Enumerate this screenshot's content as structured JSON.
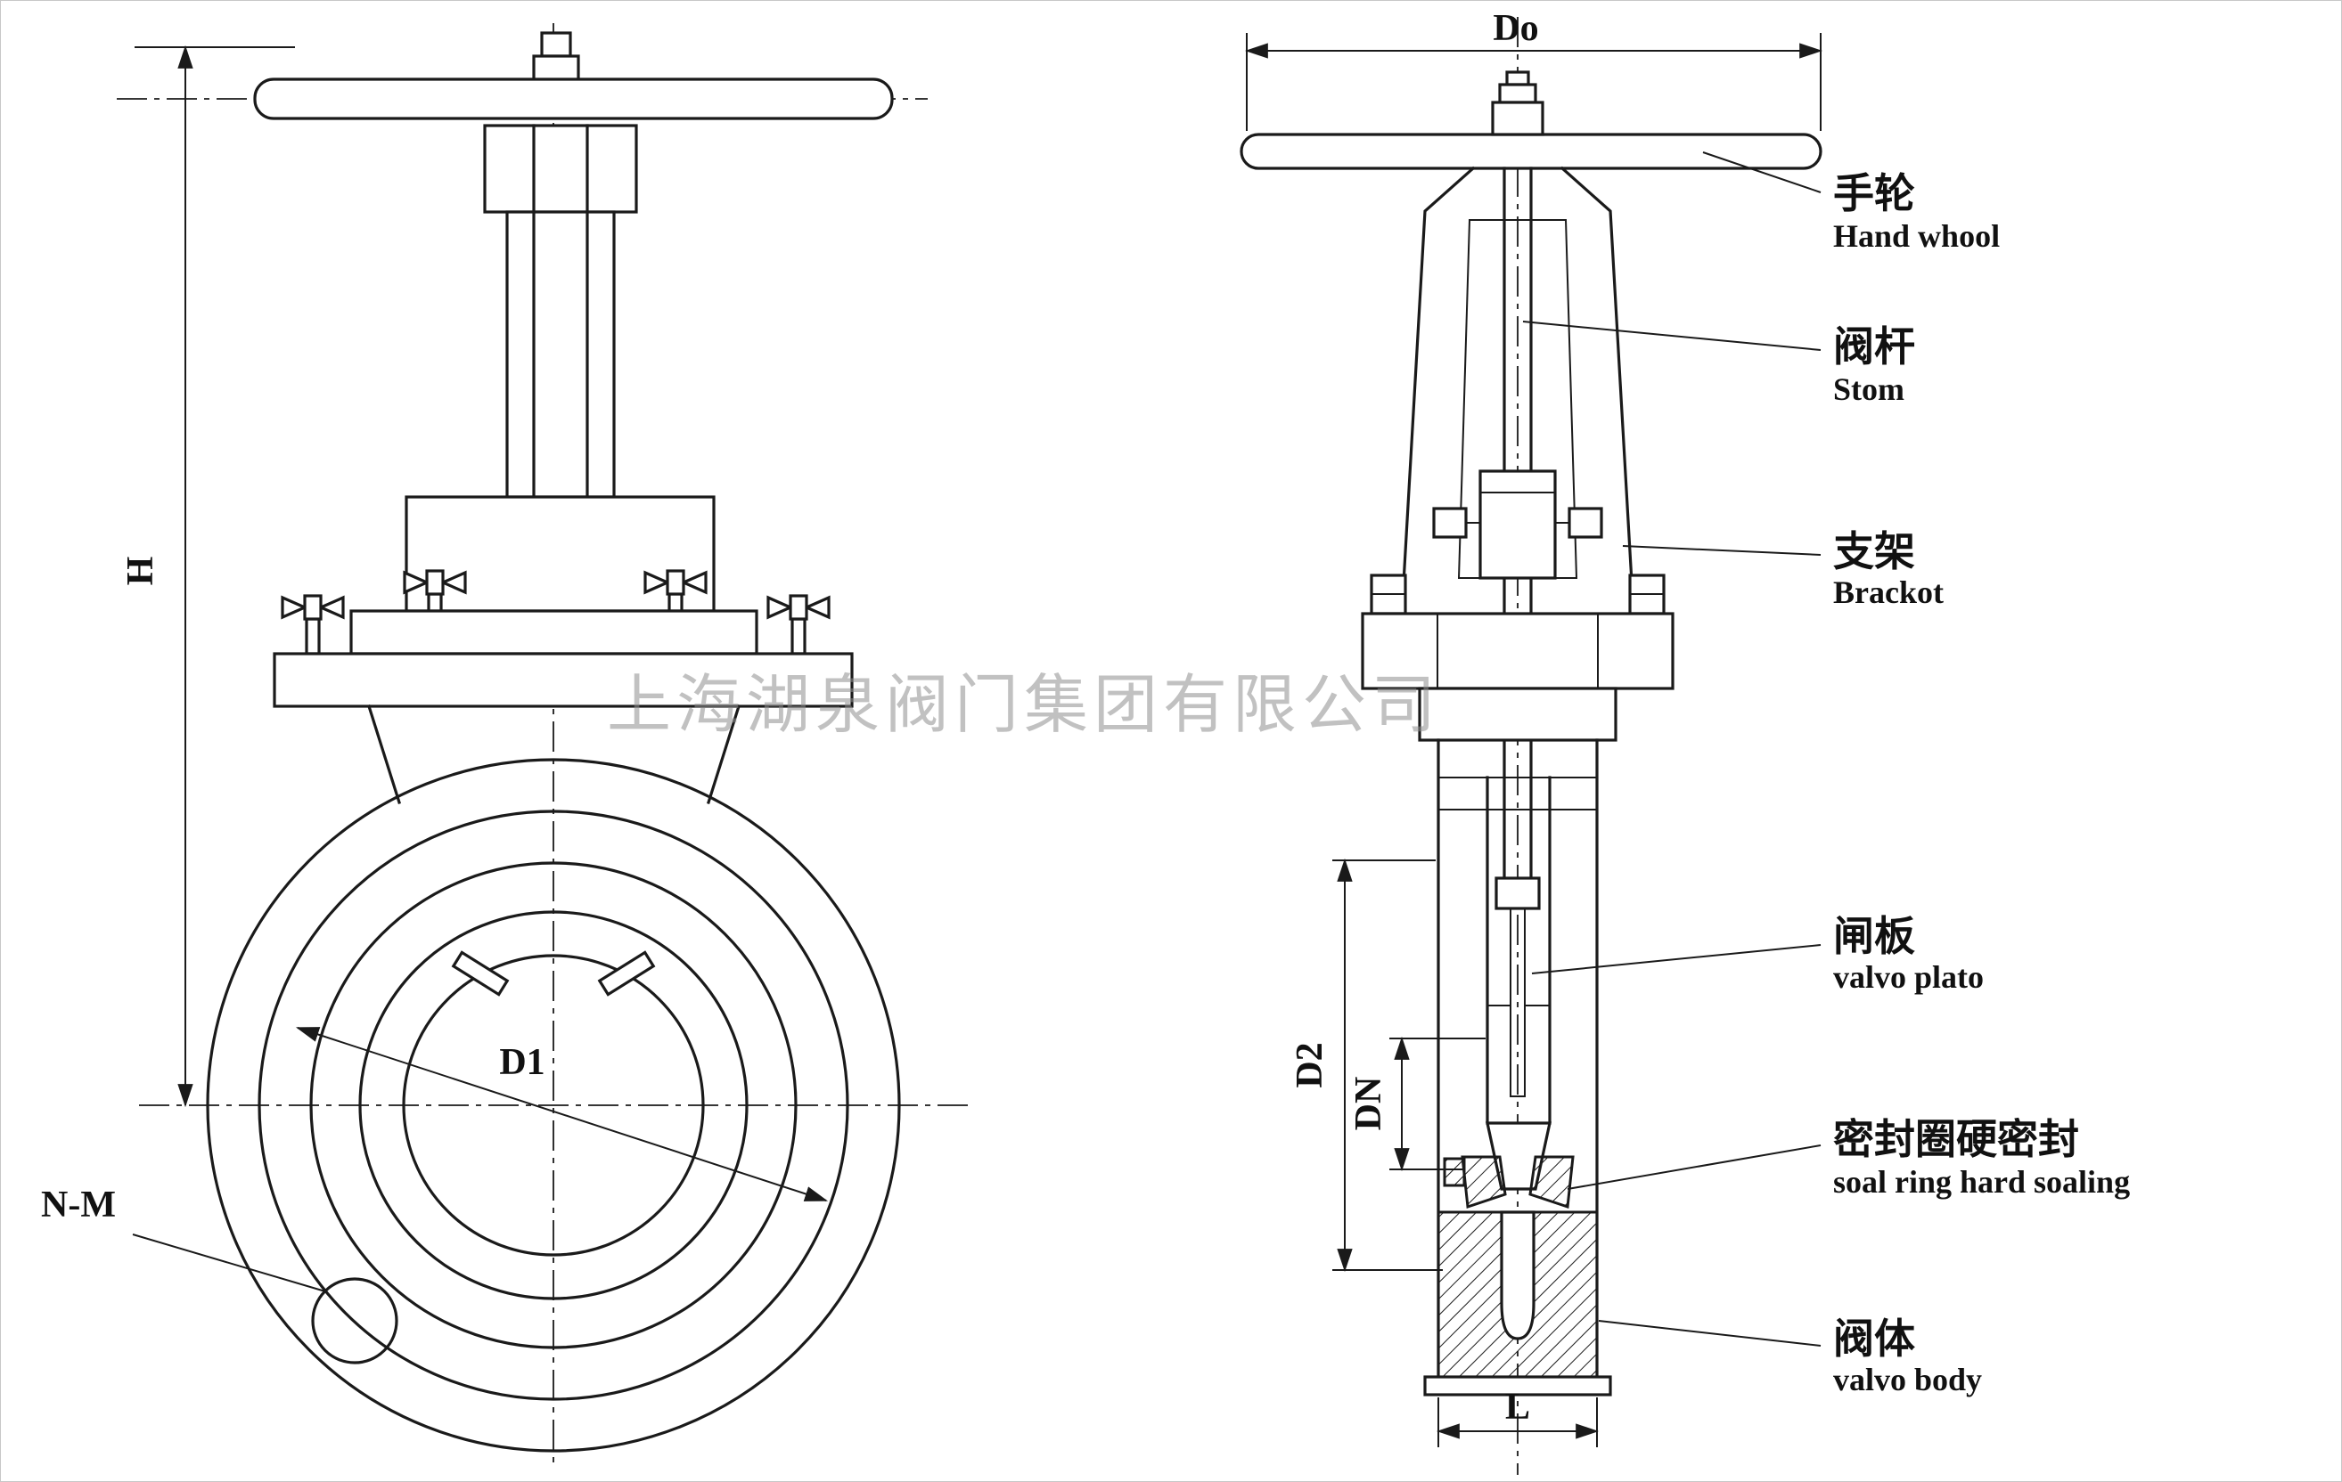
{
  "watermark": "上海湖泉阀门集团有限公司",
  "dimensions": {
    "height": "H",
    "seal_diameter": "D1",
    "bolt_holes": "N-M",
    "handwheel_diameter": "Do",
    "d2": "D2",
    "nominal_diameter": "DN",
    "face_to_face": "L"
  },
  "labels": {
    "handwheel": {
      "zh": "手轮",
      "en": "Hand whool"
    },
    "stem": {
      "zh": "阀杆",
      "en": "Stom"
    },
    "bracket": {
      "zh": "支架",
      "en": "Brackot"
    },
    "valve_plate": {
      "zh": "闸板",
      "en": "valvo plato"
    },
    "seal_ring": {
      "zh": "密封圈硬密封",
      "en": "soal ring hard soaling"
    },
    "valve_body": {
      "zh": "阀体",
      "en": "valvo body"
    }
  },
  "colors": {
    "line": "#1a1a1a",
    "background": "#ffffff",
    "watermark": "#8f8f8f"
  }
}
